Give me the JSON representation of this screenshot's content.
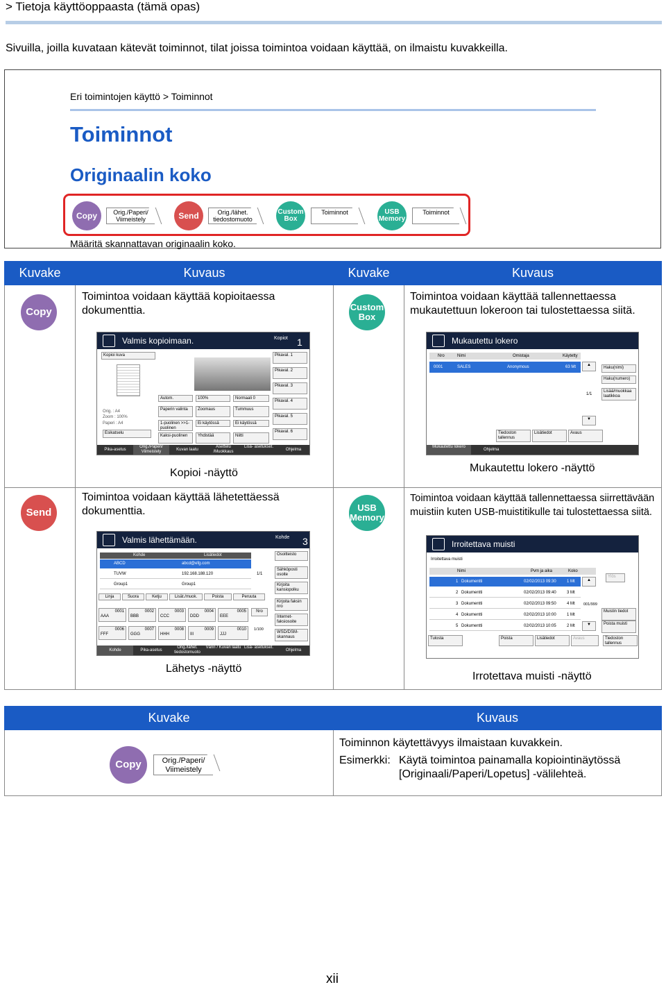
{
  "header": {
    "breadcrumb": "> Tietoja käyttöoppaasta (tämä opas)",
    "intro": "Sivuilla, joilla kuvataan kätevät toiminnot, tilat joissa toimintoa voidaan käyttää, on ilmaistu kuvakkeilla."
  },
  "sample": {
    "breadcrumb": "Eri toimintojen käyttö > Toiminnot",
    "title": "Toiminnot",
    "subtitle": "Originaalin koko",
    "description": "Määritä skannattavan originaalin koko.",
    "icons": {
      "copy": "Copy",
      "copy_tab": [
        "Orig./Paperi/",
        "Viimeistely"
      ],
      "send": "Send",
      "send_tab": [
        "Orig./lähet.",
        "tiedostomuoto"
      ],
      "custom_box": [
        "Custom",
        "Box"
      ],
      "box_tab": "Toiminnot",
      "usb": [
        "USB",
        "Memory"
      ],
      "usb_tab": "Toiminnot"
    }
  },
  "table1": {
    "headers": [
      "Kuvake",
      "Kuvaus",
      "Kuvake",
      "Kuvaus"
    ],
    "rows": [
      {
        "icon_left": "Copy",
        "desc_left": [
          "Toimintoa voidaan käyttää kopioitaessa",
          "dokumenttia."
        ],
        "icon_right": [
          "Custom",
          "Box"
        ],
        "desc_right": [
          "Toimintoa voidaan käyttää tallennettaessa",
          "mukautettuun lokeroon tai tulostettaessa siitä."
        ],
        "screen_left": {
          "status": "Valmis kopioimaan.",
          "counter_label": "Kopiot",
          "counter_value": "1",
          "caption": "Kopioi -näyttö",
          "buttons": [
            "Kopioi kuva",
            "Autom.",
            "100%",
            "Normaali 0",
            "Paperin valinta",
            "Zoomaus",
            "Tummuus",
            "1-puolinen >>1-puolinen",
            "Ei käytössä",
            "Ei käytössä",
            "Kaksi-puolinen",
            "Yhdistää",
            "Niitti",
            "Esikatselu"
          ],
          "info": [
            "Orig.    : A4",
            "Zoom    : 100%",
            "Paperi  : A4"
          ],
          "presets": [
            "Pikaval. 1",
            "Pikaval. 2",
            "Pikaval. 3",
            "Pikaval. 4",
            "Pikaval. 5",
            "Pikaval. 6"
          ],
          "tabs": [
            "Pika-asetus",
            "Orig./Paperi/ Viimeistely",
            "Kuvan laatu",
            "Asettelu /Muokkaus",
            "Lisä- asetukset.",
            "Ohjelma"
          ]
        },
        "screen_right": {
          "status": "Mukautettu lokero",
          "caption": "Mukautettu lokero -näyttö",
          "columns": [
            "Nro",
            "Nimi",
            "Omistaja",
            "Käytetty"
          ],
          "row": [
            "0001",
            "SALES",
            "Anonymous",
            "63  Mt"
          ],
          "side": [
            "Haku(nimi)",
            "Haku(numero)",
            "Lisää/muokkaa laatikkoa"
          ],
          "page": "1/1",
          "bottom": [
            "Tiedoston tallennus",
            "Lisätiedot",
            "Avaus"
          ],
          "tabs": [
            "Mukautettu lokero",
            "Ohjelma"
          ]
        }
      },
      {
        "icon_left": "Send",
        "desc_left": [
          "Toimintoa voidaan käyttää lähetettäessä",
          "dokumenttia."
        ],
        "icon_right": [
          "USB",
          "Memory"
        ],
        "desc_right": [
          "Toimintoa voidaan käyttää tallennettaessa siirrettävään",
          "muistiin kuten USB-muistitikulle tai tulostettaessa siitä."
        ],
        "screen_left": {
          "status": "Valmis lähettämään.",
          "counter_label": "Kohde",
          "counter_value": "3",
          "caption": "Lähetys -näyttö",
          "columns": [
            "Kohde",
            "Lisätiedot"
          ],
          "rows": [
            [
              "ABCD",
              "abcd@efg.com"
            ],
            [
              "TUVW",
              "192.168.188.120"
            ],
            [
              "Group1",
              "Group1"
            ]
          ],
          "page": "1/1",
          "toolbar": [
            "Linja",
            "Suora",
            "Ketju",
            "Lisät./muok.",
            "Poista",
            "Peruuta"
          ],
          "side": [
            "Osoitteisto",
            "Sähköposti osoite",
            "Kirjoita kansiopolku",
            "Kirjoita faksin nro",
            "Internet-faksiosoite",
            "WSD/DSM-skannaus"
          ],
          "keys": [
            [
              "0001",
              "AAA"
            ],
            [
              "0002",
              "BBB"
            ],
            [
              "0003",
              "CCC"
            ],
            [
              "0004",
              "DDD"
            ],
            [
              "0005",
              "EEE"
            ],
            [
              "0006",
              "FFF"
            ],
            [
              "0007",
              "GGG"
            ],
            [
              "0008",
              "HHH"
            ],
            [
              "0009",
              "III"
            ],
            [
              "0010",
              "JJJ"
            ]
          ],
          "nro": "Nro",
          "keypage": "1/100",
          "tabs": [
            "Kohde",
            "Pika-asetus",
            "Orig./lähet. tiedostomuoto",
            "Värin / Kuvan laatu",
            "Lisä- asetukset.",
            "Ohjelma"
          ]
        },
        "screen_right": {
          "status": "Irroitettava muisti",
          "caption": "Irrotettava muisti -näyttö",
          "path": "Irroitettava muisti",
          "columns": [
            "Nimi",
            "Pvm ja aika",
            "Koko"
          ],
          "rows": [
            [
              "1",
              "Dokumentti",
              "02/02/2013 09:30",
              "1  Mt"
            ],
            [
              "2",
              "Dokumentti",
              "02/02/2013 09:40",
              "3  Mt"
            ],
            [
              "3",
              "Dokumentti",
              "02/02/2013 09:50",
              "4  Mt"
            ],
            [
              "4",
              "Dokumentti",
              "02/02/2013 10:00",
              "1  Mt"
            ],
            [
              "5",
              "Dokumentti",
              "02/02/2013 10:05",
              "2  Mt"
            ]
          ],
          "page": "001/999",
          "yla": "Ylös",
          "side": [
            "Muistin tiedot",
            "Poista muisti"
          ],
          "bottom": [
            "Tulosta",
            "Poista",
            "Lisätiedot",
            "Avaus",
            "Tiedoston tallennus"
          ]
        }
      }
    ]
  },
  "table2": {
    "headers": [
      "Kuvake",
      "Kuvaus"
    ],
    "icon": "Copy",
    "tab": [
      "Orig./Paperi/",
      "Viimeistely"
    ],
    "line1": "Toiminnon käytettävyys ilmaistaan kuvakkein.",
    "example_label": "Esimerkki:",
    "example_text": [
      "Käytä toimintoa painamalla kopiointinäytössä",
      "[Originaali/Paperi/Lopetus] -välilehteä."
    ]
  },
  "page_number": "xii"
}
